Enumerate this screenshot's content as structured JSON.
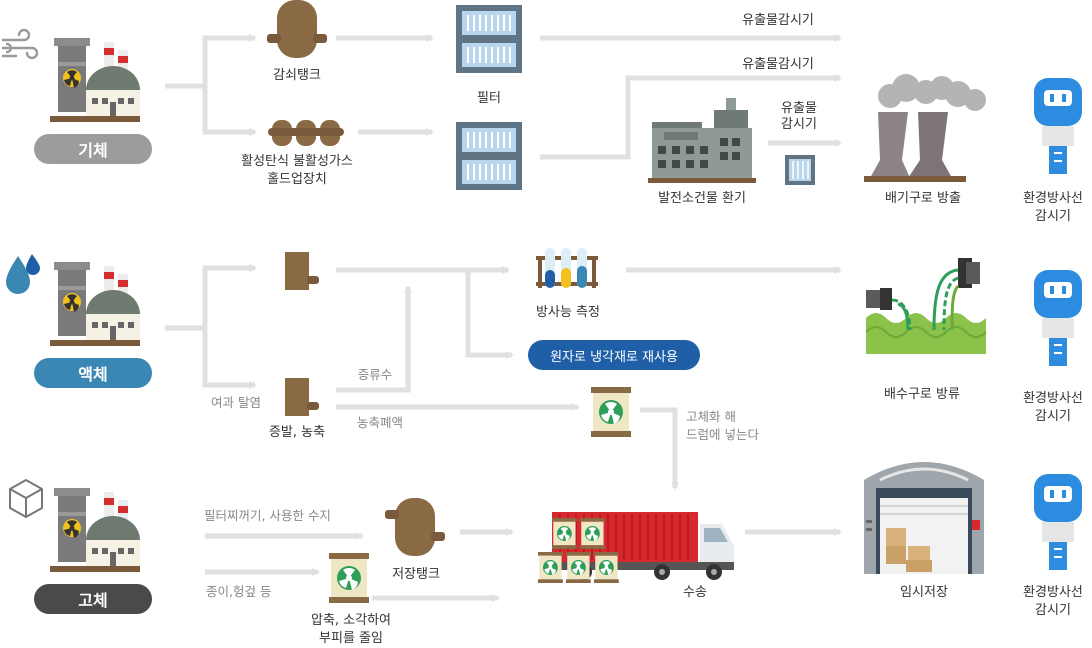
{
  "categories": {
    "gas": "기체",
    "liquid": "액체",
    "solid": "고체"
  },
  "gas": {
    "decay_tank": "감쇠탱크",
    "holdup_line1": "활성탄식 불활성가스",
    "holdup_line2": "홀드업장치",
    "filter": "필터",
    "monitor_top": "유출물감시기",
    "monitor_mid": "유출물감시기",
    "monitor_small_line1": "유출물",
    "monitor_small_line2": "감시기",
    "building_vent": "발전소건물 환기",
    "stack_release": "배기구로 방출"
  },
  "liquid": {
    "radioactivity_measure": "방사능 측정",
    "reuse": "원자로 냉각재로 재사용",
    "distillate": "증류수",
    "filter_demin": "여과 탈염",
    "evaporation": "증발, 농축",
    "concentrate": "농축폐액",
    "solidify_line1": "고체화 해",
    "solidify_line2": "드럼에 넣는다",
    "discharge": "배수구로 방류"
  },
  "solid": {
    "filter_resin": "필터찌꺼기, 사용한 수지",
    "paper": "종이,헝겊 등",
    "storage_tank": "저장탱크",
    "compress_line1": "압축, 소각하여",
    "compress_line2": "부피를 줄임",
    "transport": "수송",
    "temp_storage": "임시저장"
  },
  "env_monitor": {
    "line1": "환경방사선",
    "line2": "감시기"
  },
  "icons": {
    "wind": "wind-icon",
    "droplet": "water-drop-icon",
    "cube": "cube-icon",
    "plant": "nuclear-plant-icon",
    "tank": "tank-icon",
    "filter": "filter-icon",
    "drum": "radioactive-drum-icon",
    "truck": "truck-icon",
    "monitor": "radiation-monitor-icon"
  },
  "colors": {
    "tank": "#8a6a45",
    "filter_frame": "#5f7585",
    "filter_glass": "#b9d6ef",
    "arrow": "#e0e0e0",
    "accent_blue": "#1e5fa8",
    "liquid_pill": "#3b87b3",
    "gas_pill": "#9c9c9c",
    "solid_pill": "#4a4a4a",
    "truck_container": "#d7282e",
    "monitor_blue": "#2d8ce0",
    "grass": "#8bc34a"
  }
}
